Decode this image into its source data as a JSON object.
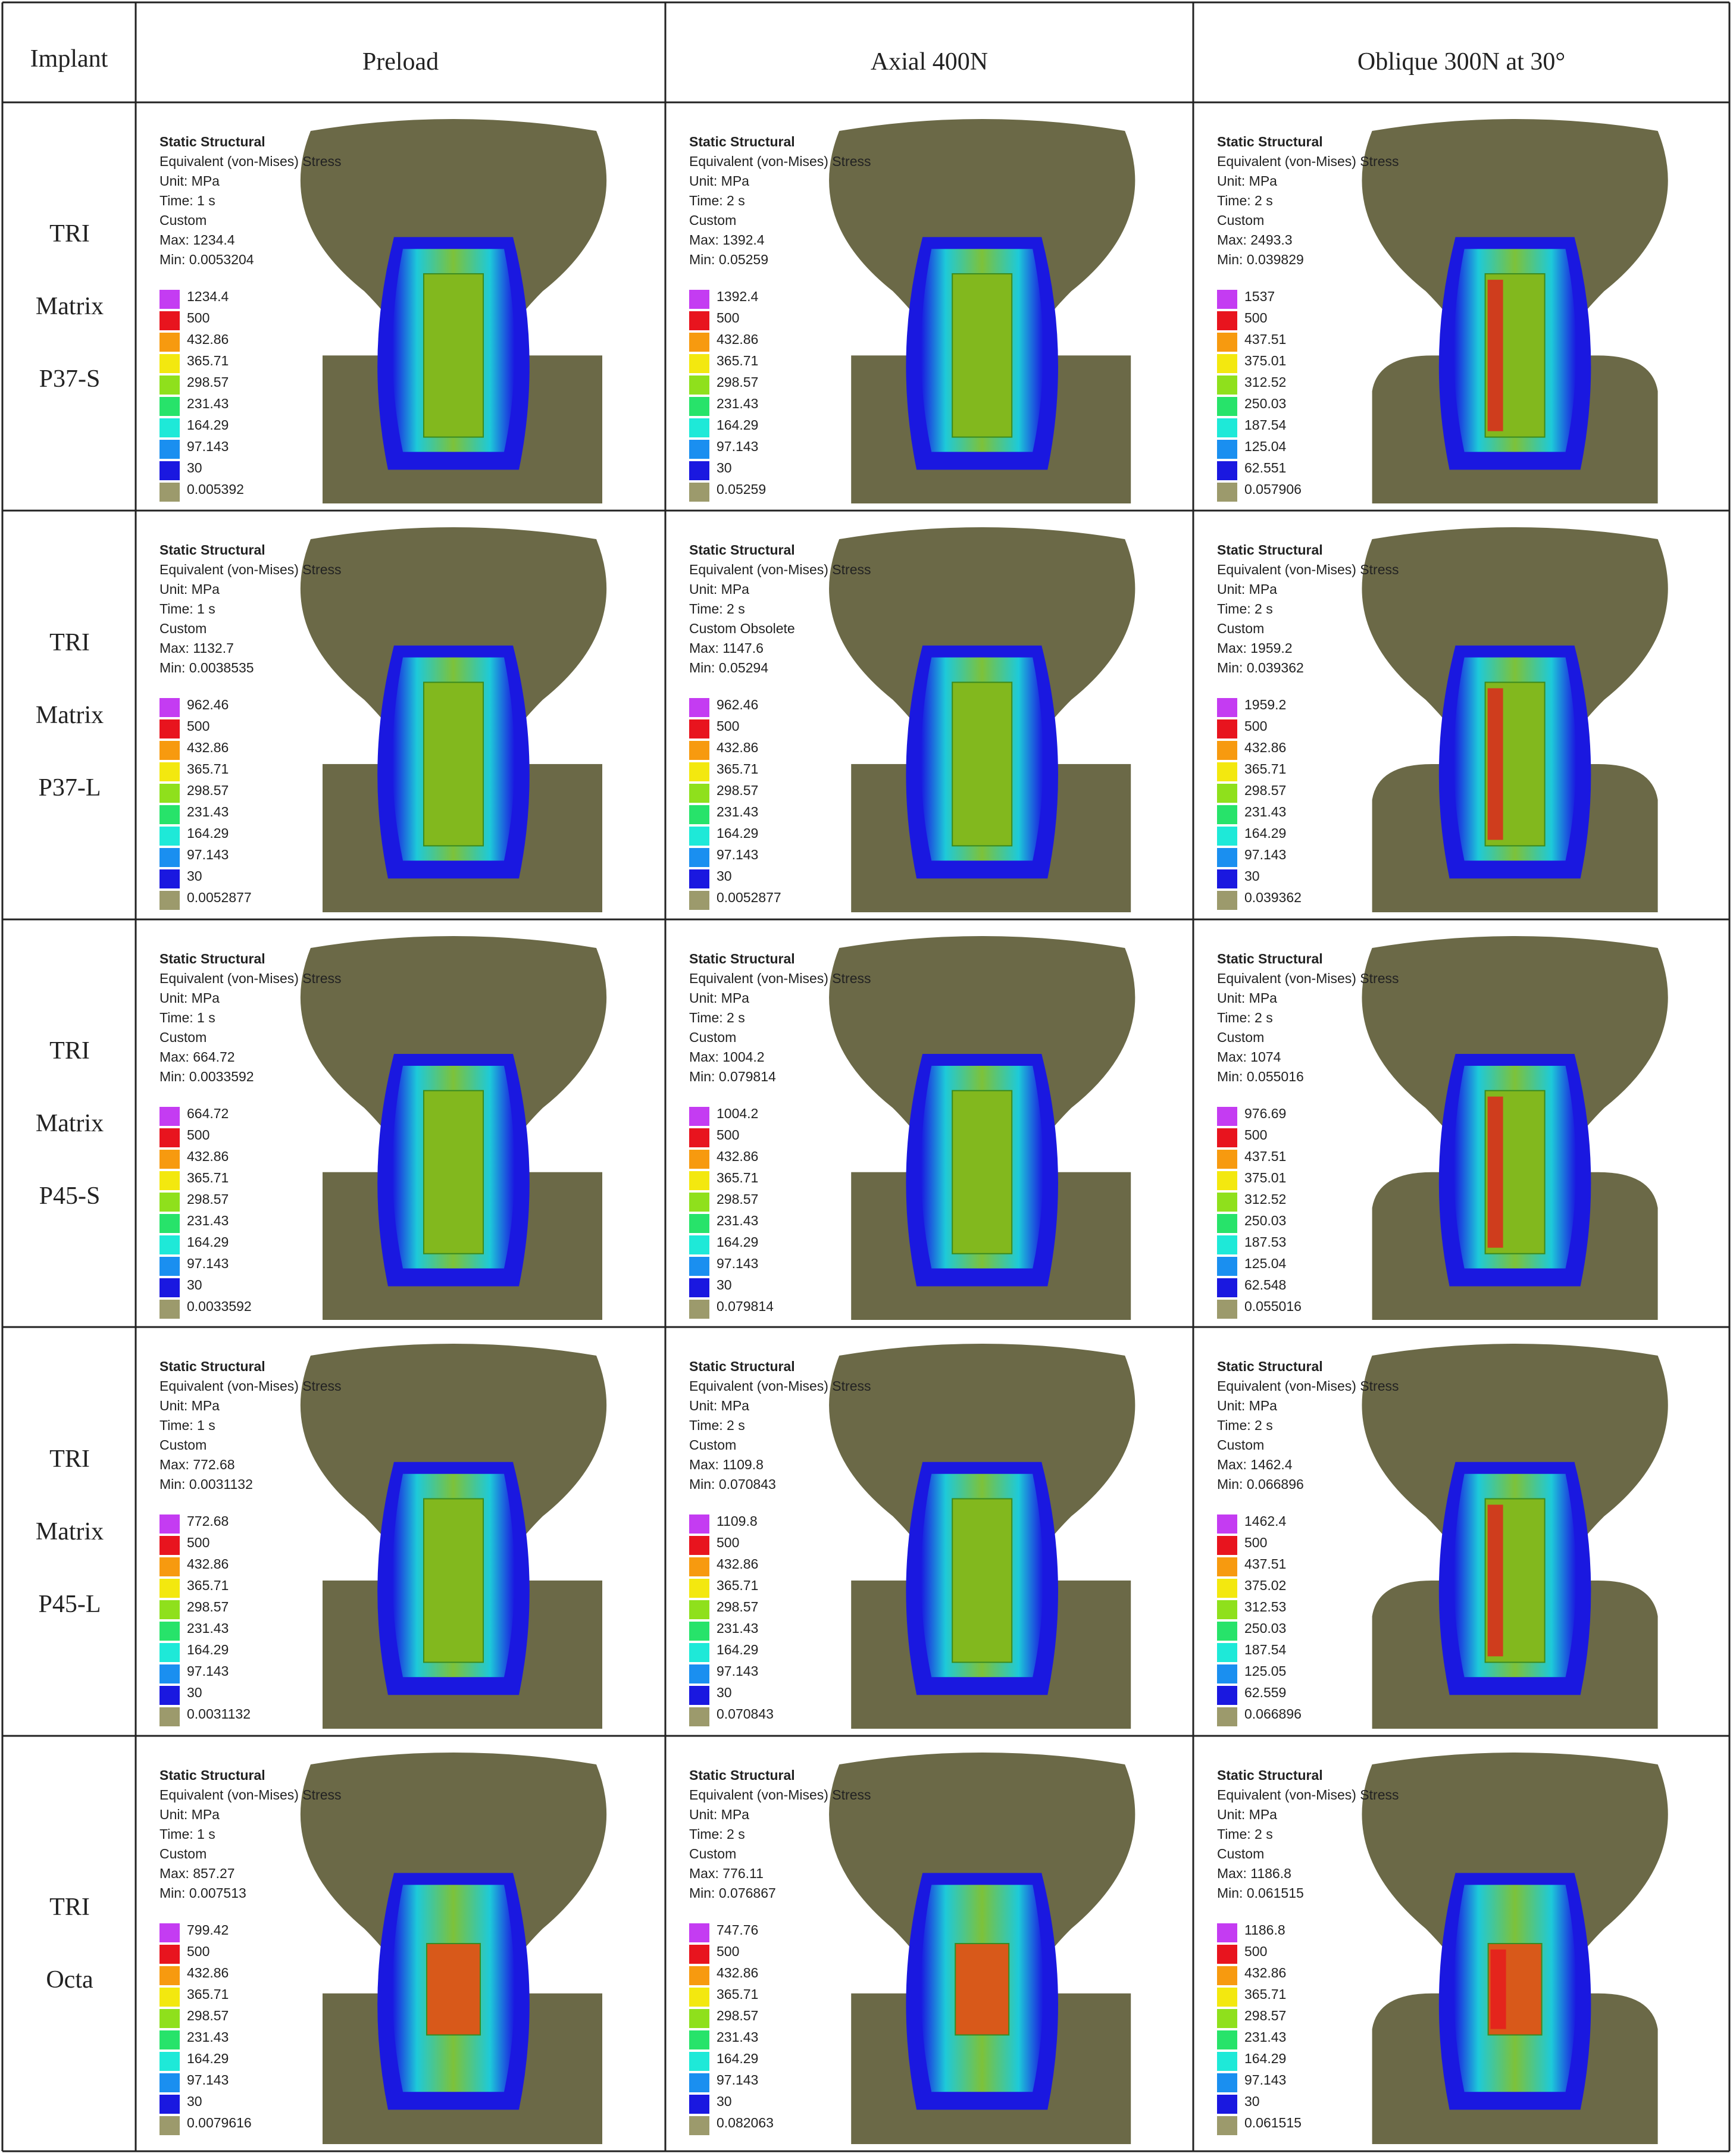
{
  "header": {
    "implant": "Implant",
    "columns": [
      "Preload",
      "Axial 400N",
      "Oblique 300N at 30°"
    ]
  },
  "rows": [
    {
      "label": [
        "TRI",
        "Matrix",
        "P37-S"
      ]
    },
    {
      "label": [
        "TRI",
        "Matrix",
        "P37-L"
      ]
    },
    {
      "label": [
        "TRI",
        "Matrix",
        "P45-S"
      ]
    },
    {
      "label": [
        "TRI",
        "Matrix",
        "P45-L"
      ]
    },
    {
      "label": [
        "TRI",
        "Octa"
      ]
    }
  ],
  "cells": [
    [
      {
        "title": "Static Structural",
        "lines": [
          "Equivalent (von-Mises) Stress",
          "Unit: MPa",
          "Time: 1 s",
          "Custom",
          "Max: 1234.4",
          "Min: 0.0053204"
        ],
        "legend": [
          "1234.4",
          "500",
          "432.86",
          "365.71",
          "298.57",
          "231.43",
          "164.29",
          "97.143",
          "30",
          "0.005392"
        ]
      },
      {
        "title": "Static Structural",
        "lines": [
          "Equivalent (von-Mises) Stress",
          "Unit: MPa",
          "Time: 2 s",
          "Custom",
          "Max: 1392.4",
          "Min: 0.05259"
        ],
        "legend": [
          "1392.4",
          "500",
          "432.86",
          "365.71",
          "298.57",
          "231.43",
          "164.29",
          "97.143",
          "30",
          "0.05259"
        ]
      },
      {
        "title": "Static Structural",
        "lines": [
          "Equivalent (von-Mises) Stress",
          "Unit: MPa",
          "Time: 2 s",
          "Custom",
          "Max: 2493.3",
          "Min: 0.039829"
        ],
        "legend": [
          "1537",
          "500",
          "437.51",
          "375.01",
          "312.52",
          "250.03",
          "187.54",
          "125.04",
          "62.551",
          "0.057906"
        ]
      }
    ],
    [
      {
        "title": "Static Structural",
        "lines": [
          "Equivalent (von-Mises) Stress",
          "Unit: MPa",
          "Time: 1 s",
          "Custom",
          "Max: 1132.7",
          "Min: 0.0038535"
        ],
        "legend": [
          "962.46",
          "500",
          "432.86",
          "365.71",
          "298.57",
          "231.43",
          "164.29",
          "97.143",
          "30",
          "0.0052877"
        ]
      },
      {
        "title": "Static Structural",
        "lines": [
          "Equivalent (von-Mises) Stress",
          "Unit: MPa",
          "Time: 2 s",
          "Custom Obsolete",
          "Max: 1147.6",
          "Min: 0.05294"
        ],
        "legend": [
          "962.46",
          "500",
          "432.86",
          "365.71",
          "298.57",
          "231.43",
          "164.29",
          "97.143",
          "30",
          "0.0052877"
        ]
      },
      {
        "title": "Static Structural",
        "lines": [
          "Equivalent (von-Mises) Stress",
          "Unit: MPa",
          "Time: 2 s",
          "Custom",
          "Max: 1959.2",
          "Min: 0.039362"
        ],
        "legend": [
          "1959.2",
          "500",
          "432.86",
          "365.71",
          "298.57",
          "231.43",
          "164.29",
          "97.143",
          "30",
          "0.039362"
        ]
      }
    ],
    [
      {
        "title": "Static Structural",
        "lines": [
          "Equivalent (von-Mises) Stress",
          "Unit: MPa",
          "Time: 1 s",
          "Custom",
          "Max: 664.72",
          "Min: 0.0033592"
        ],
        "legend": [
          "664.72",
          "500",
          "432.86",
          "365.71",
          "298.57",
          "231.43",
          "164.29",
          "97.143",
          "30",
          "0.0033592"
        ]
      },
      {
        "title": "Static Structural",
        "lines": [
          "Equivalent (von-Mises) Stress",
          "Unit: MPa",
          "Time: 2 s",
          "Custom",
          "Max: 1004.2",
          "Min: 0.079814"
        ],
        "legend": [
          "1004.2",
          "500",
          "432.86",
          "365.71",
          "298.57",
          "231.43",
          "164.29",
          "97.143",
          "30",
          "0.079814"
        ]
      },
      {
        "title": "Static Structural",
        "lines": [
          "Equivalent (von-Mises) Stress",
          "Unit: MPa",
          "Time: 2 s",
          "Custom",
          "Max: 1074",
          "Min: 0.055016"
        ],
        "legend": [
          "976.69",
          "500",
          "437.51",
          "375.01",
          "312.52",
          "250.03",
          "187.53",
          "125.04",
          "62.548",
          "0.055016"
        ]
      }
    ],
    [
      {
        "title": "Static Structural",
        "lines": [
          "Equivalent (von-Mises) Stress",
          "Unit: MPa",
          "Time: 1 s",
          "Custom",
          "Max: 772.68",
          "Min: 0.0031132"
        ],
        "legend": [
          "772.68",
          "500",
          "432.86",
          "365.71",
          "298.57",
          "231.43",
          "164.29",
          "97.143",
          "30",
          "0.0031132"
        ]
      },
      {
        "title": "Static Structural",
        "lines": [
          "Equivalent (von-Mises) Stress",
          "Unit: MPa",
          "Time: 2 s",
          "Custom",
          "Max: 1109.8",
          "Min: 0.070843"
        ],
        "legend": [
          "1109.8",
          "500",
          "432.86",
          "365.71",
          "298.57",
          "231.43",
          "164.29",
          "97.143",
          "30",
          "0.070843"
        ]
      },
      {
        "title": "Static Structural",
        "lines": [
          "Equivalent (von-Mises) Stress",
          "Unit: MPa",
          "Time: 2 s",
          "Custom",
          "Max: 1462.4",
          "Min: 0.066896"
        ],
        "legend": [
          "1462.4",
          "500",
          "437.51",
          "375.02",
          "312.53",
          "250.03",
          "187.54",
          "125.05",
          "62.559",
          "0.066896"
        ]
      }
    ],
    [
      {
        "title": "Static Structural",
        "lines": [
          "Equivalent (von-Mises) Stress",
          "Unit: MPa",
          "Time: 1 s",
          "Custom",
          "Max: 857.27",
          "Min: 0.007513"
        ],
        "legend": [
          "799.42",
          "500",
          "432.86",
          "365.71",
          "298.57",
          "231.43",
          "164.29",
          "97.143",
          "30",
          "0.0079616"
        ]
      },
      {
        "title": "Static Structural",
        "lines": [
          "Equivalent (von-Mises) Stress",
          "Unit: MPa",
          "Time: 2 s",
          "Custom",
          "Max: 776.11",
          "Min: 0.076867"
        ],
        "legend": [
          "747.76",
          "500",
          "432.86",
          "365.71",
          "298.57",
          "231.43",
          "164.29",
          "97.143",
          "30",
          "0.082063"
        ]
      },
      {
        "title": "Static Structural",
        "lines": [
          "Equivalent (von-Mises) Stress",
          "Unit: MPa",
          "Time: 2 s",
          "Custom",
          "Max: 1186.8",
          "Min: 0.061515"
        ],
        "legend": [
          "1186.8",
          "500",
          "432.86",
          "365.71",
          "298.57",
          "231.43",
          "164.29",
          "97.143",
          "30",
          "0.061515"
        ]
      }
    ]
  ],
  "colors": {
    "legend_scale": [
      "#c43cf2",
      "#e8141e",
      "#f79a0f",
      "#f3e80f",
      "#8fe01c",
      "#27e36a",
      "#1ee9d8",
      "#1a8ff0",
      "#1a18e0",
      "#9c9a6c"
    ],
    "bone": "#6b6947",
    "implant": "#82b81e"
  }
}
